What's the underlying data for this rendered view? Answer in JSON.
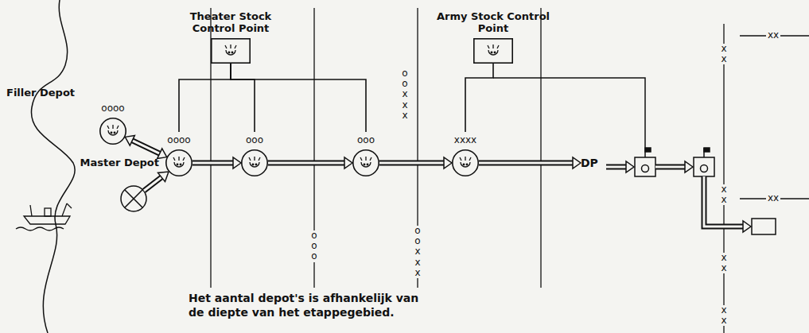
{
  "diagram": {
    "nodes": [
      {
        "text": [
          "Theater Stock Control Point"
        ]
      },
      {
        "text": [
          "Army Stock Control Point"
        ]
      },
      {
        "text": [
          "oooo",
          "Filler Depot"
        ]
      },
      {
        "text": [
          "oooo",
          "Master Depot"
        ]
      },
      {
        "text": [
          "ooo"
        ]
      },
      {
        "text": [
          "ooo"
        ]
      },
      {
        "text": [
          "xxxx"
        ]
      },
      {
        "text": [
          "DP"
        ]
      }
    ],
    "edges": [
      {
        "from": 2,
        "to": 3,
        "arrow": "both"
      },
      {
        "from": 3,
        "to": 4,
        "arrow": "to"
      },
      {
        "from": 4,
        "to": 5,
        "arrow": "to"
      },
      {
        "from": 5,
        "to": 6,
        "arrow": "to"
      },
      {
        "from": 6,
        "to": 7,
        "arrow": "to"
      },
      {
        "from": 0,
        "to": 3,
        "arrow": "none"
      },
      {
        "from": 0,
        "to": 4,
        "arrow": "none"
      },
      {
        "from": 0,
        "to": 5,
        "arrow": "none"
      },
      {
        "from": 1,
        "to": 6,
        "arrow": "none"
      }
    ],
    "labels": [
      "ooxxx",
      "xx",
      "xx",
      "xx",
      "xx",
      "ooo",
      "ooxxx",
      "xx",
      "xx",
      "Het aantal depot's is afhankelijk van de diepte van het etappegebied."
    ]
  }
}
